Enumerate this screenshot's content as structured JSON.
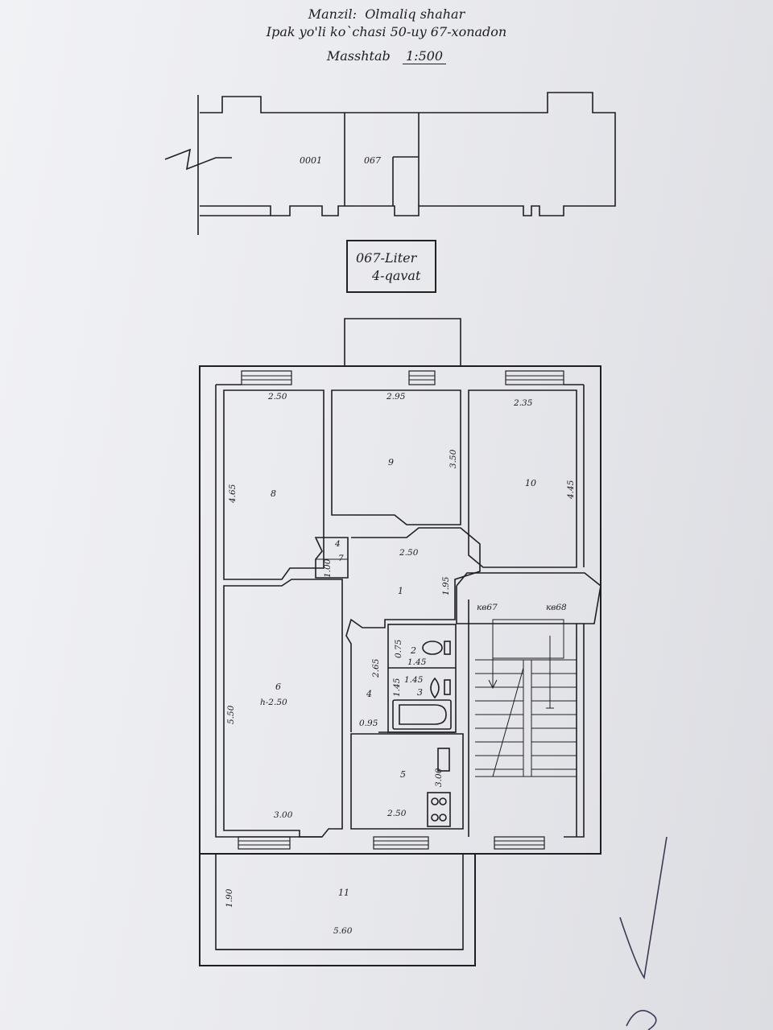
{
  "header": {
    "address_label": "Manzil:",
    "address_city": "Olmaliq shahar",
    "address_street": "Ipak yo'li ko`chasi 50-uy 67-xonadon",
    "scale_label": "Masshtab",
    "scale_value": "1:500"
  },
  "site_plan": {
    "label_left": "0001",
    "label_right": "067"
  },
  "liter": {
    "line1": "067-Liter",
    "line2": "4-qavat"
  },
  "rooms": {
    "r1": {
      "num": "1",
      "dim_w": "2.50",
      "dim_h": "1.95"
    },
    "r2": {
      "num": "2",
      "dim_w": "1.45",
      "dim_h": "0.75"
    },
    "r3": {
      "num": "3",
      "dim_w": "1.45",
      "dim_h": "1.45"
    },
    "r4": {
      "num": "4",
      "dim_w": "0.95",
      "dim_h": "2.65"
    },
    "r5": {
      "num": "5",
      "dim_w": "2.50",
      "dim_h": "3.00"
    },
    "r6": {
      "num": "6",
      "height": "h-2.50",
      "dim_w": "3.00",
      "dim_h": "5.50"
    },
    "r7": {
      "num": "7",
      "small": "4",
      "dim": "1.00"
    },
    "r8": {
      "num": "8",
      "dim_w": "2.50",
      "dim_h": "4.65"
    },
    "r9": {
      "num": "9",
      "dim_w": "2.95",
      "dim_h": "3.50"
    },
    "r10": {
      "num": "10",
      "dim_w": "2.35",
      "dim_h": "4.45"
    },
    "r11": {
      "num": "11",
      "dim_w": "5.60",
      "dim_h": "1.90"
    }
  },
  "stair": {
    "kv_left": "кв67",
    "kv_right": "кв68"
  }
}
